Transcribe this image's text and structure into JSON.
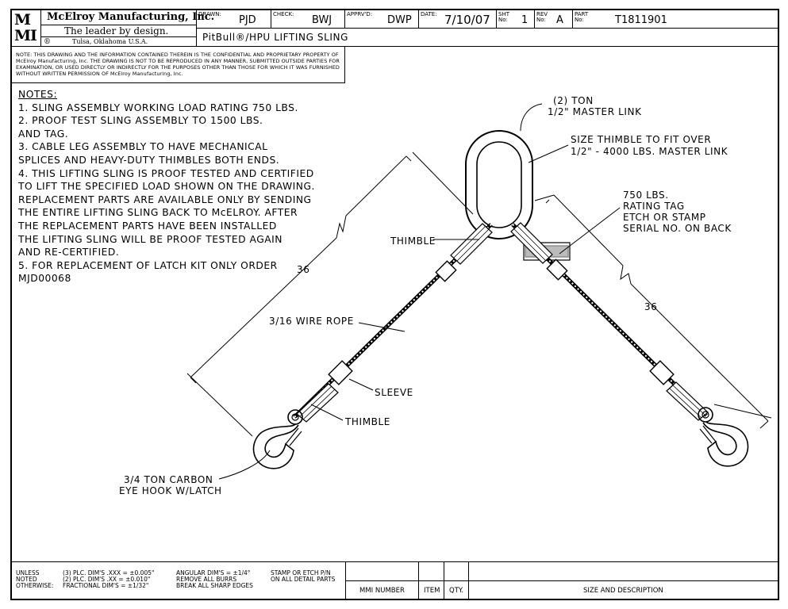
{
  "title_block": {
    "logo_line1": "M",
    "logo_line2": "MI",
    "company": "McElroy Manufacturing, Inc.",
    "slogan": "The leader by design.",
    "registered": "®",
    "city": "Tulsa, Oklahoma U.S.A.",
    "drawn_label": "DRAWN:",
    "drawn_value": "PJD",
    "check_label": "CHECK:",
    "check_value": "BWJ",
    "apprvd_label": "APPRV'D:",
    "apprvd_value": "DWP",
    "date_label": "DATE:",
    "date_value": "7/10/07",
    "sht_label": "SHT No:",
    "sht_value": "1",
    "rev_label": "REV No:",
    "rev_value": "A",
    "part_label": "PART No:",
    "part_value": "T1811901",
    "drawing_title": "PitBull®/HPU LIFTING SLING"
  },
  "confidential_notice": "NOTE: THIS DRAWING AND THE INFORMATION CONTAINED THEREIN IS THE CONFIDENTIAL AND PROPRIETARY PROPERTY OF McElroy Manufacturing, Inc. THE DRAWING IS NOT TO BE REPRODUCED IN ANY MANNER, SUBMITTED OUTSIDE PARTIES FOR EXAMINATION, OR USED DIRECTLY OR INDIRECTLY FOR THE PURPOSES OTHER THAN THOSE FOR WHICH IT WAS FURNISHED WITHOUT WRITTEN PERMISSION OF McElroy Manufacturing, Inc.",
  "notes": {
    "header": "NOTES:",
    "lines": [
      "  1. SLING ASSEMBLY WORKING LOAD RATING 750 LBS.",
      "  2. PROOF TEST SLING ASSEMBLY TO 1500 LBS.",
      "      AND TAG.",
      "  3. CABLE LEG ASSEMBLY TO HAVE MECHANICAL",
      "      SPLICES AND HEAVY-DUTY THIMBLES BOTH ENDS.",
      "  4. THIS LIFTING SLING IS PROOF TESTED AND CERTIFIED",
      "      TO LIFT THE SPECIFIED LOAD SHOWN ON THE DRAWING.",
      "      REPLACEMENT PARTS ARE AVAILABLE ONLY BY SENDING",
      "      THE ENTIRE LIFTING SLING BACK TO McELROY. AFTER",
      "      THE REPLACEMENT PARTS HAVE BEEN INSTALLED",
      "      THE LIFTING SLING WILL BE PROOF TESTED AGAIN",
      "      AND RE-CERTIFIED.",
      "  5. FOR REPLACEMENT OF LATCH KIT ONLY ORDER",
      "      MJD00068"
    ]
  },
  "labels": {
    "master_link_1": "(2) TON",
    "master_link_2": "1/2\" MASTER LINK",
    "thimble_fit_1": "SIZE THIMBLE TO FIT OVER",
    "thimble_fit_2": "1/2\" - 4000 LBS. MASTER LINK",
    "rating_tag_1": "750 LBS.",
    "rating_tag_2": "RATING TAG",
    "rating_tag_3": "ETCH OR STAMP",
    "rating_tag_4": "SERIAL NO. ON BACK",
    "thimble_top": "THIMBLE",
    "dim_left": "36",
    "dim_right": "36",
    "wire_rope": "3/16 WIRE ROPE",
    "sleeve": "SLEEVE",
    "thimble_bottom": "THIMBLE",
    "hook_1": "3/4 TON CARBON",
    "hook_2": "EYE HOOK W/LATCH"
  },
  "footer": {
    "unless_1": "UNLESS",
    "unless_2": "NOTED",
    "unless_3": "OTHERWISE:",
    "tol_1": "(3) PLC. DIM'S .XXX = ±0.005\"",
    "tol_2": "(2) PLC. DIM'S .XX = ±0.010\"",
    "tol_3": "FRACTIONAL DIM'S = ±1/32\"",
    "ang_1": "ANGULAR DIM'S = ±1/4°",
    "ang_2": "REMOVE ALL BURRS",
    "ang_3": "BREAK ALL SHARP EDGES",
    "stamp_1": "STAMP OR ETCH P/N",
    "stamp_2": "ON ALL DETAIL PARTS",
    "col_mmi": "MMI NUMBER",
    "col_item": "ITEM",
    "col_qty": "QTY.",
    "col_size": "SIZE AND DESCRIPTION"
  }
}
